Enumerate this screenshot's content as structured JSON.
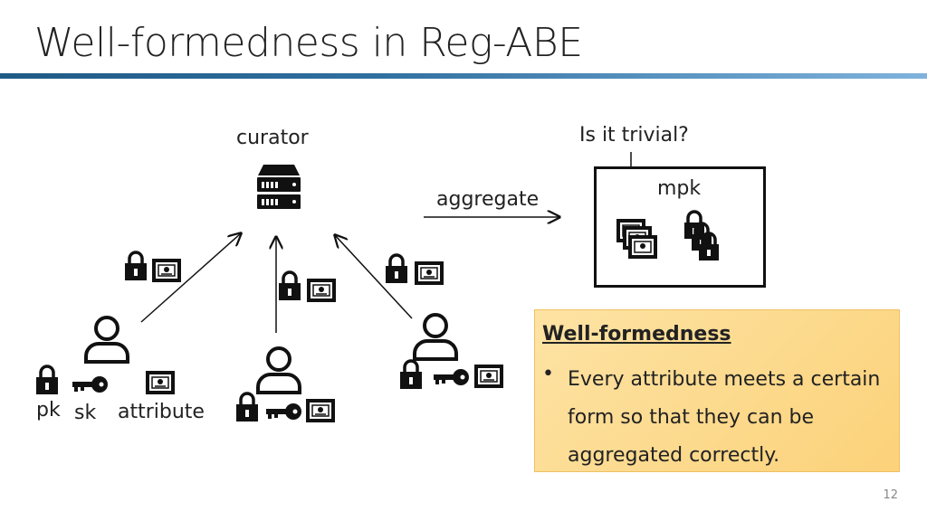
{
  "title": "Well-formedness in Reg-ABE",
  "diagram": {
    "curator_label": "curator",
    "aggregate_label": "aggregate",
    "question_label": "Is it trivial?",
    "mpk_label": "mpk",
    "pk_label": "pk",
    "sk_label": "sk",
    "attribute_label": "attribute"
  },
  "callout": {
    "title": "Well-formedness",
    "bullet": "•",
    "text": "Every attribute meets a certain form so that they can be aggregated correctly."
  },
  "page_number": "12",
  "colors": {
    "title_bar": "#2f6fa0",
    "callout_bg": "#fdd98a"
  }
}
